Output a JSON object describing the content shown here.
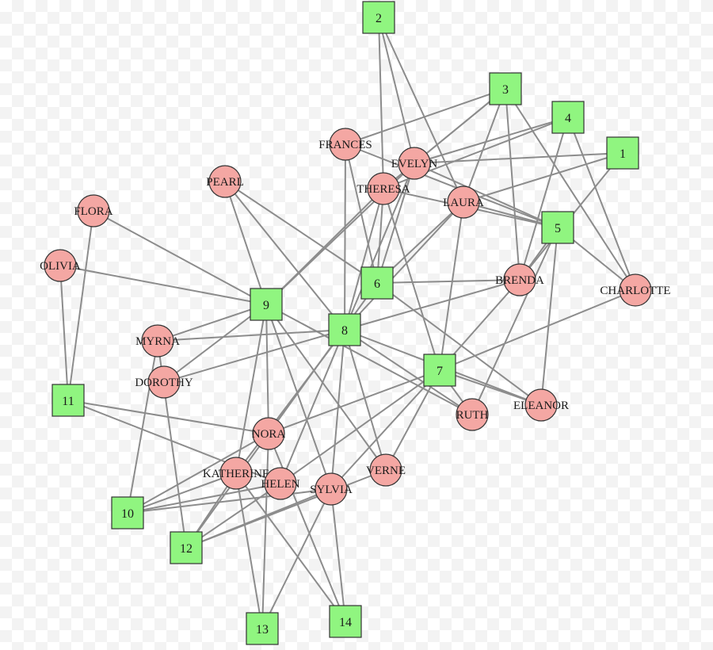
{
  "colors": {
    "person_fill": "#f4a7a3",
    "event_fill": "#90f580",
    "edge": "#8c8c8c",
    "outline": "#333333"
  },
  "women": [
    {
      "id": "EVELYN",
      "label": "EVELYN"
    },
    {
      "id": "LAURA",
      "label": "LAURA"
    },
    {
      "id": "THERESA",
      "label": "THERESA"
    },
    {
      "id": "BRENDA",
      "label": "BRENDA"
    },
    {
      "id": "CHARLOTTE",
      "label": "CHARLOTTE"
    },
    {
      "id": "FRANCES",
      "label": "FRANCES"
    },
    {
      "id": "ELEANOR",
      "label": "ELEANOR"
    },
    {
      "id": "PEARL",
      "label": "PEARL"
    },
    {
      "id": "RUTH",
      "label": "RUTH"
    },
    {
      "id": "VERNE",
      "label": "VERNE"
    },
    {
      "id": "MYRNA",
      "label": "MYRNA"
    },
    {
      "id": "KATHERINE",
      "label": "KATHERINE"
    },
    {
      "id": "SYLVIA",
      "label": "SYLVIA"
    },
    {
      "id": "NORA",
      "label": "NORA"
    },
    {
      "id": "HELEN",
      "label": "HELEN"
    },
    {
      "id": "DOROTHY",
      "label": "DOROTHY"
    },
    {
      "id": "OLIVIA",
      "label": "OLIVIA"
    },
    {
      "id": "FLORA",
      "label": "FLORA"
    }
  ],
  "events": [
    {
      "id": "E1",
      "label": "1"
    },
    {
      "id": "E2",
      "label": "2"
    },
    {
      "id": "E3",
      "label": "3"
    },
    {
      "id": "E4",
      "label": "4"
    },
    {
      "id": "E5",
      "label": "5"
    },
    {
      "id": "E6",
      "label": "6"
    },
    {
      "id": "E7",
      "label": "7"
    },
    {
      "id": "E8",
      "label": "8"
    },
    {
      "id": "E9",
      "label": "9"
    },
    {
      "id": "E10",
      "label": "10"
    },
    {
      "id": "E11",
      "label": "11"
    },
    {
      "id": "E12",
      "label": "12"
    },
    {
      "id": "E13",
      "label": "13"
    },
    {
      "id": "E14",
      "label": "14"
    }
  ],
  "edges": [
    [
      "EVELYN",
      "E1"
    ],
    [
      "EVELYN",
      "E2"
    ],
    [
      "EVELYN",
      "E3"
    ],
    [
      "EVELYN",
      "E4"
    ],
    [
      "EVELYN",
      "E5"
    ],
    [
      "EVELYN",
      "E6"
    ],
    [
      "EVELYN",
      "E8"
    ],
    [
      "EVELYN",
      "E9"
    ],
    [
      "LAURA",
      "E1"
    ],
    [
      "LAURA",
      "E2"
    ],
    [
      "LAURA",
      "E3"
    ],
    [
      "LAURA",
      "E5"
    ],
    [
      "LAURA",
      "E6"
    ],
    [
      "LAURA",
      "E7"
    ],
    [
      "LAURA",
      "E8"
    ],
    [
      "THERESA",
      "E2"
    ],
    [
      "THERESA",
      "E3"
    ],
    [
      "THERESA",
      "E4"
    ],
    [
      "THERESA",
      "E5"
    ],
    [
      "THERESA",
      "E6"
    ],
    [
      "THERESA",
      "E7"
    ],
    [
      "THERESA",
      "E8"
    ],
    [
      "THERESA",
      "E9"
    ],
    [
      "BRENDA",
      "E1"
    ],
    [
      "BRENDA",
      "E3"
    ],
    [
      "BRENDA",
      "E4"
    ],
    [
      "BRENDA",
      "E5"
    ],
    [
      "BRENDA",
      "E6"
    ],
    [
      "BRENDA",
      "E7"
    ],
    [
      "BRENDA",
      "E8"
    ],
    [
      "CHARLOTTE",
      "E3"
    ],
    [
      "CHARLOTTE",
      "E4"
    ],
    [
      "CHARLOTTE",
      "E5"
    ],
    [
      "CHARLOTTE",
      "E7"
    ],
    [
      "FRANCES",
      "E3"
    ],
    [
      "FRANCES",
      "E5"
    ],
    [
      "FRANCES",
      "E6"
    ],
    [
      "FRANCES",
      "E8"
    ],
    [
      "ELEANOR",
      "E5"
    ],
    [
      "ELEANOR",
      "E6"
    ],
    [
      "ELEANOR",
      "E7"
    ],
    [
      "ELEANOR",
      "E8"
    ],
    [
      "PEARL",
      "E6"
    ],
    [
      "PEARL",
      "E8"
    ],
    [
      "PEARL",
      "E9"
    ],
    [
      "RUTH",
      "E5"
    ],
    [
      "RUTH",
      "E7"
    ],
    [
      "RUTH",
      "E8"
    ],
    [
      "RUTH",
      "E9"
    ],
    [
      "VERNE",
      "E7"
    ],
    [
      "VERNE",
      "E8"
    ],
    [
      "VERNE",
      "E9"
    ],
    [
      "VERNE",
      "E12"
    ],
    [
      "MYRNA",
      "E8"
    ],
    [
      "MYRNA",
      "E9"
    ],
    [
      "MYRNA",
      "E10"
    ],
    [
      "MYRNA",
      "E12"
    ],
    [
      "KATHERINE",
      "E8"
    ],
    [
      "KATHERINE",
      "E9"
    ],
    [
      "KATHERINE",
      "E10"
    ],
    [
      "KATHERINE",
      "E12"
    ],
    [
      "KATHERINE",
      "E13"
    ],
    [
      "KATHERINE",
      "E14"
    ],
    [
      "SYLVIA",
      "E7"
    ],
    [
      "SYLVIA",
      "E8"
    ],
    [
      "SYLVIA",
      "E9"
    ],
    [
      "SYLVIA",
      "E10"
    ],
    [
      "SYLVIA",
      "E12"
    ],
    [
      "SYLVIA",
      "E13"
    ],
    [
      "SYLVIA",
      "E14"
    ],
    [
      "NORA",
      "E6"
    ],
    [
      "NORA",
      "E7"
    ],
    [
      "NORA",
      "E9"
    ],
    [
      "NORA",
      "E10"
    ],
    [
      "NORA",
      "E11"
    ],
    [
      "NORA",
      "E12"
    ],
    [
      "NORA",
      "E13"
    ],
    [
      "NORA",
      "E14"
    ],
    [
      "HELEN",
      "E7"
    ],
    [
      "HELEN",
      "E8"
    ],
    [
      "HELEN",
      "E10"
    ],
    [
      "HELEN",
      "E11"
    ],
    [
      "HELEN",
      "E12"
    ],
    [
      "DOROTHY",
      "E8"
    ],
    [
      "DOROTHY",
      "E9"
    ],
    [
      "OLIVIA",
      "E9"
    ],
    [
      "OLIVIA",
      "E11"
    ],
    [
      "FLORA",
      "E9"
    ],
    [
      "FLORA",
      "E11"
    ]
  ]
}
